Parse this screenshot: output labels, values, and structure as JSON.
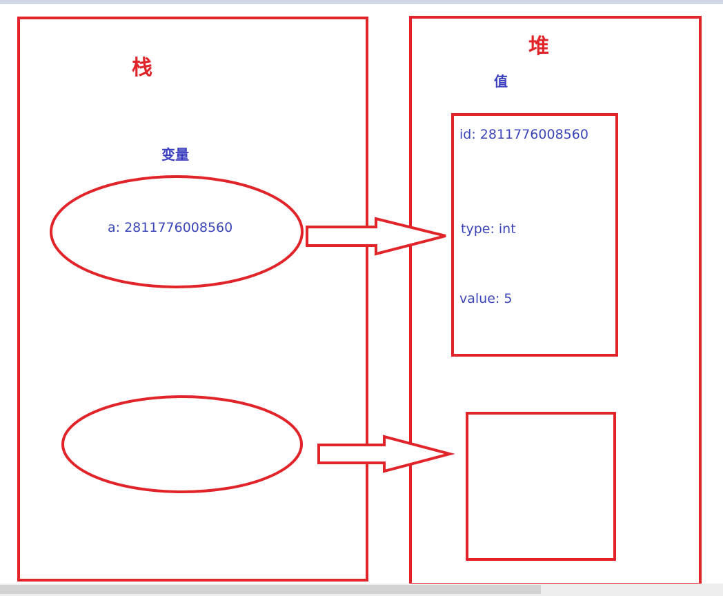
{
  "stack": {
    "title": "栈",
    "variable_label": "变量",
    "variable_1": "a: 2811776008560"
  },
  "heap": {
    "title": "堆",
    "value_label": "值",
    "object_1": {
      "id": "id: 2811776008560",
      "type": "type: int",
      "value": "value: 5"
    }
  },
  "colors": {
    "outline": "#e0242a",
    "text": "#3b45b8"
  }
}
